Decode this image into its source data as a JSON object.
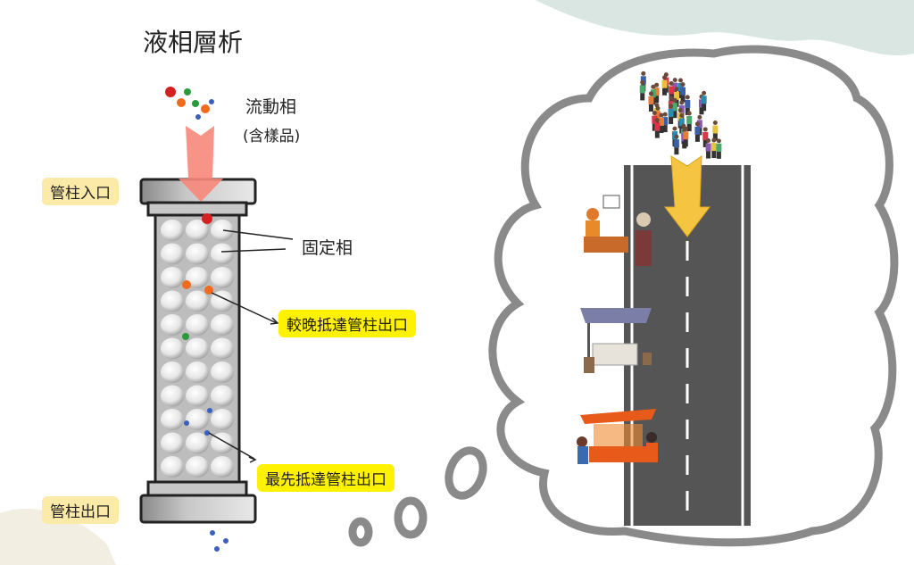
{
  "title": "液相層析",
  "mobile_phase": {
    "label": "流動相",
    "sub": "(含樣品)"
  },
  "column_inlet": "管柱入口",
  "column_outlet": "管柱出口",
  "stationary_phase": "固定相",
  "late_arrival": "較晚抵達管柱出口",
  "first_arrival": "最先抵達管柱出口",
  "colors": {
    "arrow": "#f7877a",
    "highlight": "#fff200",
    "label_bg": "#fbeaa8",
    "road": "#555555",
    "bubble": "#8a8a8a",
    "road_arrow": "#f5c542"
  }
}
